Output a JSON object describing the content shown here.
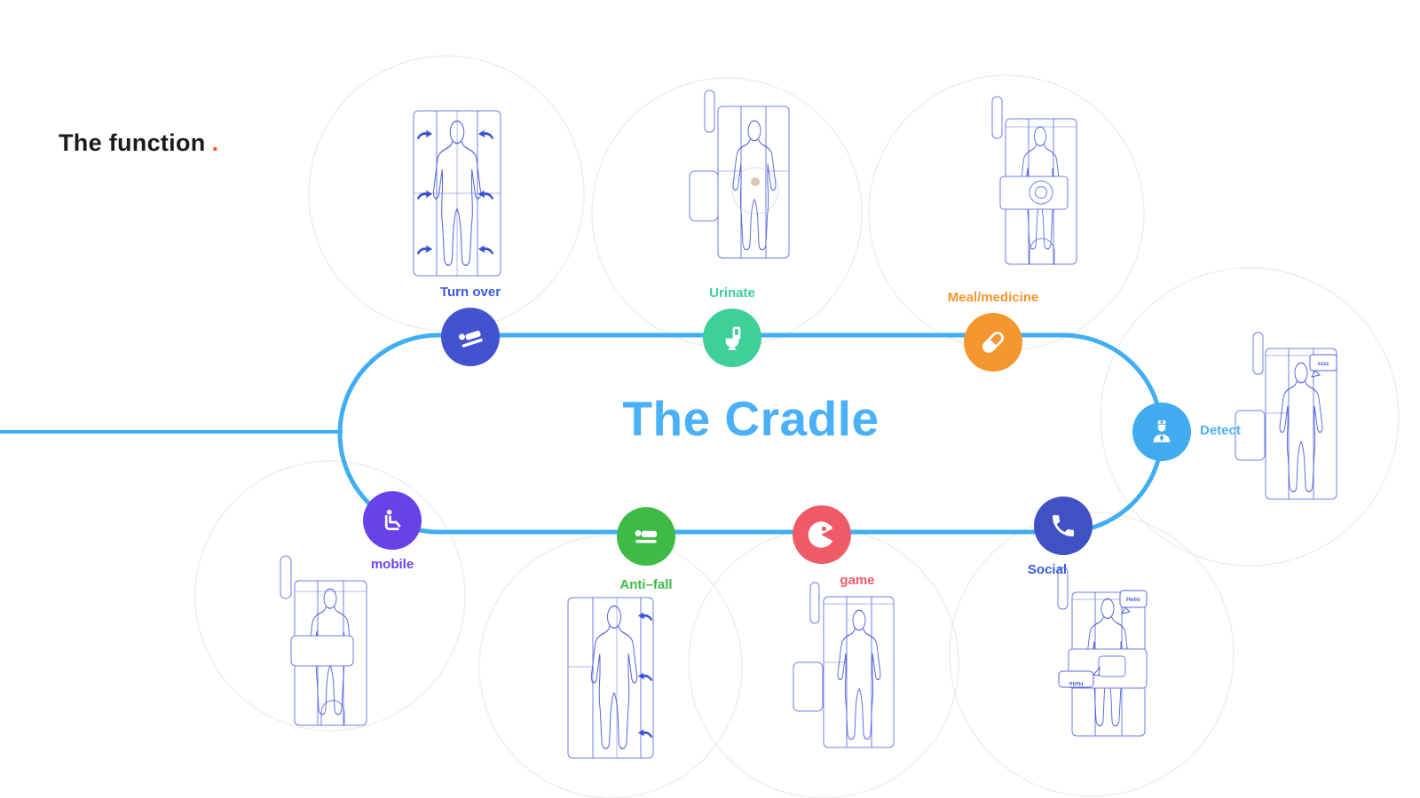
{
  "page": {
    "title": "The function",
    "title_dot": ".",
    "center_title": "The Cradle"
  },
  "colors": {
    "loop_line": "#3faef3",
    "title_text": "#1a1a1e",
    "title_dot": "#f4581c",
    "center_title": "#4ab0f8",
    "bed_outline": "#5566de",
    "faint_circle": "#ebebee"
  },
  "features": [
    {
      "id": "turn-over",
      "label": "Turn over",
      "circle_color": "#4253cf",
      "label_color": "#3a5be0",
      "icon": "tilted-bed-icon"
    },
    {
      "id": "urinate",
      "label": "Urinate",
      "circle_color": "#3ecf9b",
      "label_color": "#3ecf9b",
      "icon": "toilet-icon"
    },
    {
      "id": "meal-medicine",
      "label": "Meal/medicine",
      "circle_color": "#f6962e",
      "label_color": "#f6962e",
      "icon": "pill-icon"
    },
    {
      "id": "detect",
      "label": "Detect",
      "circle_color": "#41abf0",
      "label_color": "#4cb1f7",
      "icon": "doctor-icon"
    },
    {
      "id": "social",
      "label": "Social",
      "circle_color": "#3f51c4",
      "label_color": "#3a5be0",
      "icon": "phone-icon"
    },
    {
      "id": "game",
      "label": "game",
      "circle_color": "#ee5b66",
      "label_color": "#ee5b66",
      "icon": "pacman-icon"
    },
    {
      "id": "anti-fall",
      "label": "Anti–fall",
      "circle_color": "#3dbb44",
      "label_color": "#3dbb44",
      "icon": "flat-bed-icon"
    },
    {
      "id": "mobile",
      "label": "mobile",
      "circle_color": "#6841e9",
      "label_color": "#6841e9",
      "icon": "seated-person-icon"
    }
  ],
  "bubbles": {
    "detect_sleep": "zzzz",
    "social_hello_1": "Hello",
    "social_hello_2": "Hello"
  }
}
